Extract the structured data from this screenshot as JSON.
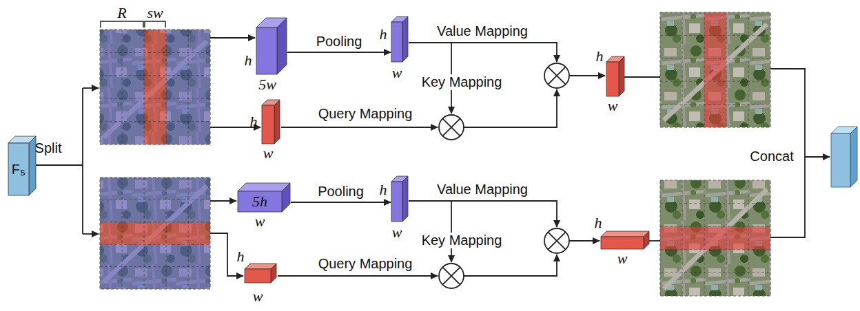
{
  "diagram": {
    "nodes": [
      {
        "text": [
          "F₅"
        ]
      },
      {
        "text": [
          "h",
          "5w"
        ]
      },
      {
        "text": [
          "h",
          "w"
        ]
      },
      {
        "text": [
          "h",
          "w"
        ]
      },
      {
        "text": [
          "h",
          "w"
        ]
      },
      {
        "text": [
          "5h",
          "w"
        ]
      },
      {
        "text": [
          "h",
          "w"
        ]
      },
      {
        "text": [
          "h",
          "w"
        ]
      },
      {
        "text": [
          "h",
          "w"
        ]
      }
    ],
    "edges": [
      {
        "from": 1,
        "to": 3,
        "arrow": "to",
        "label": "Pooling"
      },
      {
        "from": 5,
        "to": 7,
        "arrow": "to",
        "label": "Pooling"
      }
    ],
    "labels": [
      "Split",
      "R",
      "sw",
      "Value Mapping",
      "Key Mapping",
      "Query Mapping",
      "Value Mapping",
      "Key Mapping",
      "Query Mapping",
      "Concat"
    ]
  }
}
